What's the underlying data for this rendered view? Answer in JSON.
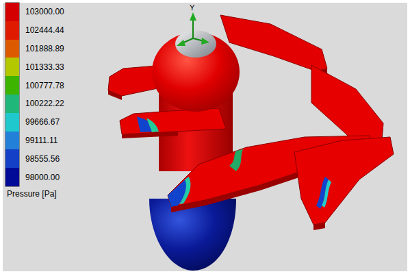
{
  "diagram": {
    "labels": [
      "Pressure [Pa]",
      "Y"
    ],
    "legend": [
      {
        "text": "103000.00",
        "color": "#d40000"
      },
      {
        "text": "102444.44",
        "color": "#e01a00"
      },
      {
        "text": "101888.89",
        "color": "#dd5a00"
      },
      {
        "text": "101333.33",
        "color": "#b4c800"
      },
      {
        "text": "100777.78",
        "color": "#3cb400"
      },
      {
        "text": "100222.22",
        "color": "#1fb87a"
      },
      {
        "text": "99666.67",
        "color": "#1ec8cc"
      },
      {
        "text": "99111.11",
        "color": "#2380d8"
      },
      {
        "text": "98555.56",
        "color": "#1440c8"
      },
      {
        "text": "98000.00",
        "color": "#000a96"
      }
    ]
  }
}
